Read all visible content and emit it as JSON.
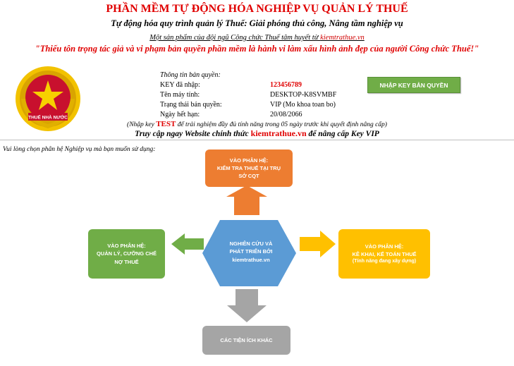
{
  "header": {
    "title": "PHẦN MỀM TỰ ĐỘNG HÓA NGHIỆP VỤ QUẢN LÝ THUẾ",
    "subtitle": "Tự động hóa quy trình quản lý Thuế: Giải phóng thủ công, Nâng tầm nghiệp vụ",
    "product_prefix": "Một sản phẩm của đội ngũ Công chức Thuế tâm huyết từ ",
    "product_link": "kiemtrathue.vn",
    "warning": "\"Thiếu tôn trọng tác giả và vi phạm bản quyền phần mềm là hành vi làm xấu hình ảnh đẹp của người Công chức Thuế!\""
  },
  "logo": {
    "text": "THUẾ NHÀ NƯỚC",
    "icon": "tax-emblem-icon"
  },
  "license": {
    "caption": "Thông tin bản quyền:",
    "rows": [
      {
        "label": "KEY đã nhập:",
        "value": "123456789"
      },
      {
        "label": "Tên máy tính:",
        "value": "DESKTOP-K8SVMBF"
      },
      {
        "label": "Trạng thái bản quyền:",
        "value": "VIP (Mo khoa toan bo)"
      },
      {
        "label": "Ngày hết hạn:",
        "value": "20/08/2066"
      }
    ],
    "button_label": "NHẬP KEY BẢN QUYỀN"
  },
  "trial": {
    "prefix": "(Nhập key ",
    "key": "TEST",
    "suffix": " để trải nghiệm đầy đủ tính năng trong 05 ngày trước khi quyết định nâng cấp)"
  },
  "visit": {
    "prefix": "Truy cập ngay Website chính thức ",
    "site": "kiemtrathue.vn",
    "suffix": " để nâng cấp Key VIP"
  },
  "menu": {
    "prompt": "Vui lòng chọn phân hệ Nghiệp vụ mà bạn muốn sử dụng:",
    "top": {
      "line1": "VÀO PHÂN HỆ:",
      "line2": "KIỂM TRA THUẾ TẠI TRỤ",
      "line3": "SỞ CQT"
    },
    "left": {
      "line1": "VÀO PHÂN HỆ:",
      "line2": "QUẢN LÝ, CƯỠNG CHẾ",
      "line3": "NỢ THUẾ"
    },
    "right": {
      "line1": "VÀO PHÂN HỆ:",
      "line2": "KÊ KHAI, KẾ TOÁN THUẾ",
      "line3": "(Tính năng đang xây dựng)"
    },
    "center": {
      "line1": "NGHIÊN CỨU VÀ",
      "line2": "PHÁT TRIỂN BỞI",
      "line3": "kiemtrathue.vn"
    },
    "bottom": {
      "line1": "CÁC TIỆN ÍCH KHÁC"
    }
  },
  "colors": {
    "orange": "#ed7d31",
    "green": "#70ad47",
    "yellow": "#ffc000",
    "blue": "#5b9bd5",
    "gray": "#a5a5a5",
    "title_red": "#e00000"
  }
}
